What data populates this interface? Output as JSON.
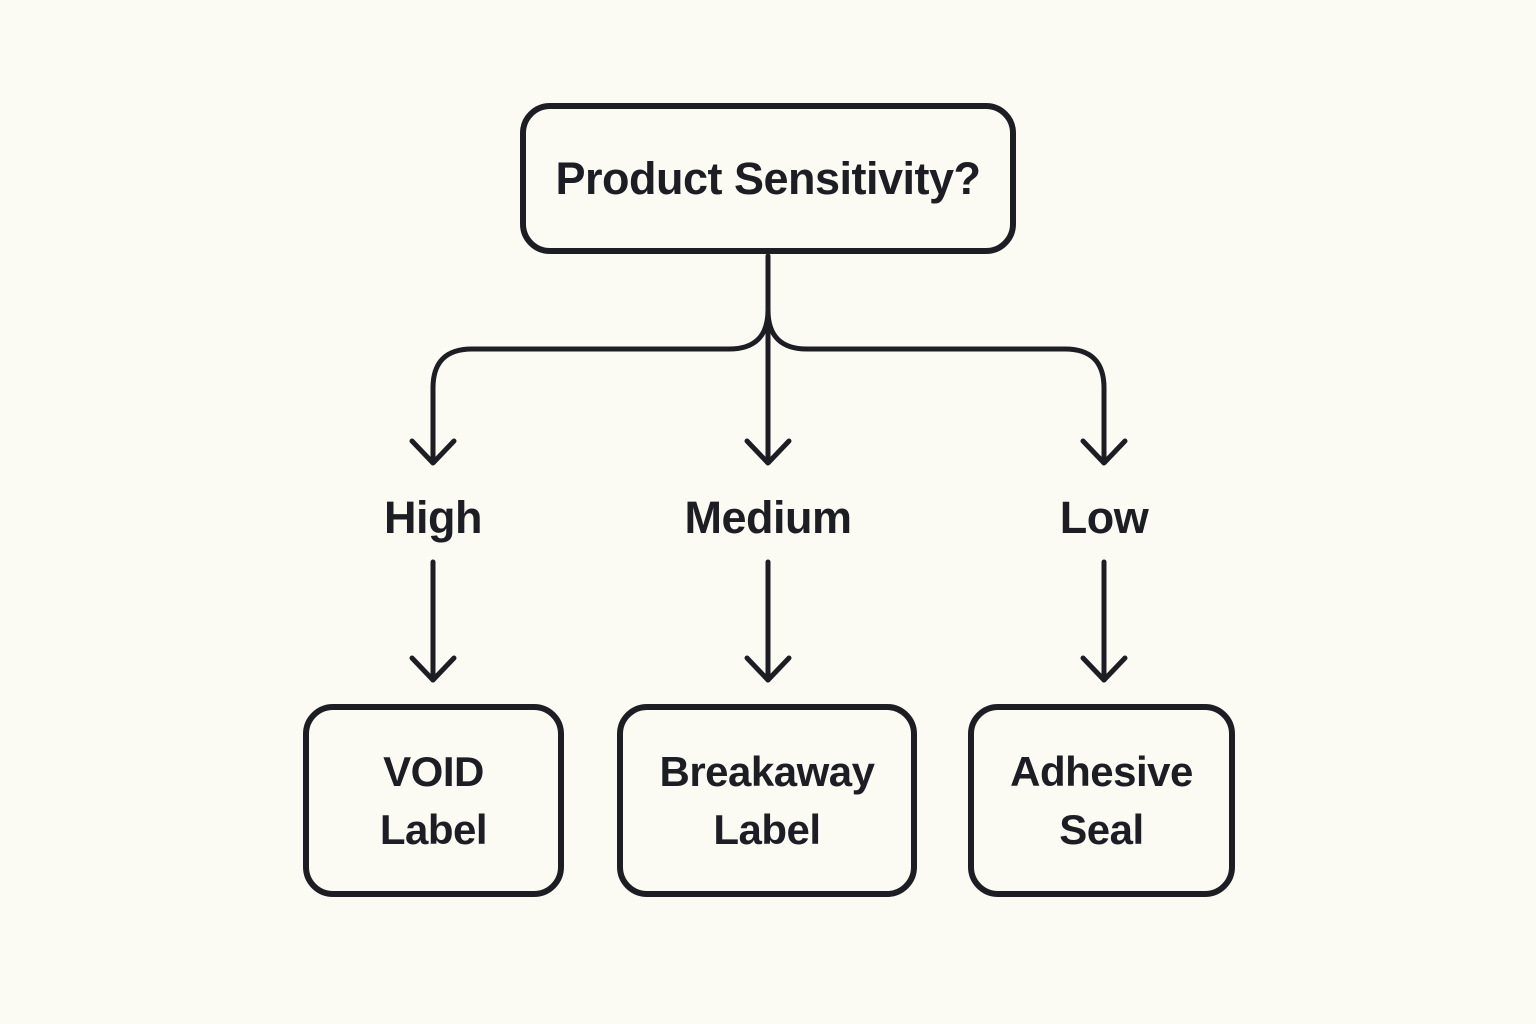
{
  "canvas": {
    "background_color": "#FBFAF3",
    "line_color": "#1D1E23"
  },
  "diagram": {
    "type": "decision-tree-flowchart",
    "root": {
      "label": "Product Sensitivity?"
    },
    "branches": [
      {
        "condition": "High",
        "result_lines": [
          "VOID",
          "Label"
        ]
      },
      {
        "condition": "Medium",
        "result_lines": [
          "Breakaway",
          "Label"
        ]
      },
      {
        "condition": "Low",
        "result_lines": [
          "Adhesive",
          "Seal"
        ]
      }
    ],
    "edges": [
      {
        "from": "Product Sensitivity?",
        "to": "High"
      },
      {
        "from": "Product Sensitivity?",
        "to": "Medium"
      },
      {
        "from": "Product Sensitivity?",
        "to": "Low"
      },
      {
        "from": "High",
        "to": "VOID Label"
      },
      {
        "from": "Medium",
        "to": "Breakaway Label"
      },
      {
        "from": "Low",
        "to": "Adhesive Seal"
      }
    ],
    "icons": {
      "connector_arrow": "arrow-down"
    }
  }
}
